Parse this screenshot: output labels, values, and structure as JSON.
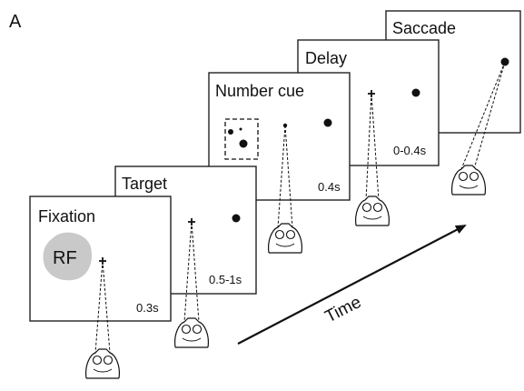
{
  "figure_label": "A",
  "panels": [
    {
      "title": "Fixation",
      "duration": "0.3s",
      "rf_label": "RF"
    },
    {
      "title": "Target",
      "duration": "0.5-1s"
    },
    {
      "title": "Number cue",
      "duration": "0.4s"
    },
    {
      "title": "Delay",
      "duration": "0-0.4s"
    },
    {
      "title": "Saccade",
      "duration": ""
    }
  ],
  "time_label": "Time",
  "colors": {
    "ink": "#111111",
    "rf_fill": "#c9c9c9",
    "panel_border": "#222222",
    "background": "#ffffff"
  }
}
